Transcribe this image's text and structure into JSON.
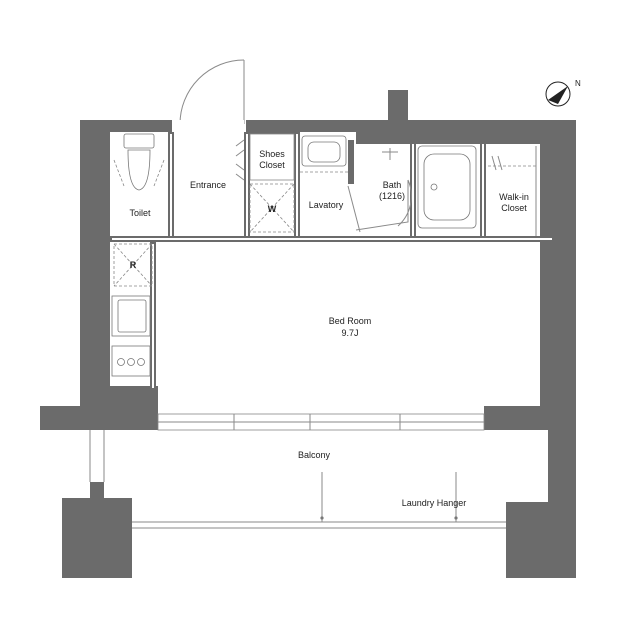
{
  "rooms": {
    "toilet": "Toilet",
    "entrance": "Entrance",
    "shoes_closet_line1": "Shoes",
    "shoes_closet_line2": "Closet",
    "washer": "W",
    "lavatory": "Lavatory",
    "bath_line1": "Bath",
    "bath_line2": "(1216)",
    "walkin_line1": "Walk-in",
    "walkin_line2": "Closet",
    "refrigerator": "R",
    "bedroom_line1": "Bed Room",
    "bedroom_line2": "9.7J",
    "balcony": "Balcony",
    "laundry_hanger": "Laundry Hanger"
  },
  "compass": {
    "label": "N",
    "icon": "north-arrow-icon"
  },
  "colors": {
    "wall": "#6b6b6b",
    "line": "#8a8a8a",
    "background": "#ffffff"
  }
}
